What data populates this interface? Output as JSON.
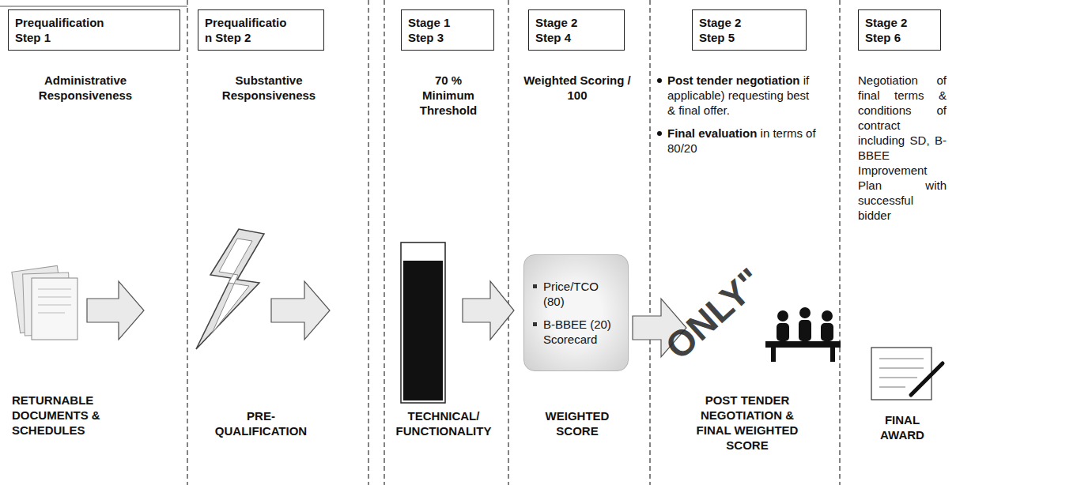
{
  "diagram": {
    "nodes": [
      {
        "text": [
          "Prequalification Step 1"
        ]
      },
      {
        "text": [
          "Prequalificatio n Step 2"
        ]
      },
      {
        "text": [
          "Stage 1 Step 3"
        ]
      },
      {
        "text": [
          "Stage 2 Step 4"
        ]
      },
      {
        "text": [
          "Stage 2 Step 5"
        ]
      },
      {
        "text": [
          "Stage 2 Step 6"
        ]
      },
      {
        "text": [
          "Price/TCO (80)",
          "B-BBEE (20) Scorecard"
        ]
      }
    ],
    "labels": [
      "Administrative Responsiveness",
      "Substantive Responsiveness",
      "70 % Minimum Threshold",
      "Weighted Scoring / 100",
      "Post tender negotiation",
      "if applicable) requesting best & final offer.",
      "Final evaluation",
      "in terms of 80/20",
      "Negotiation of final terms & conditions of contract including SD, B-BBEE Improvement Plan with successful bidder",
      "RETURNABLE DOCUMENTS & SCHEDULES",
      "PRE-QUALIFICATION",
      "TECHNICAL/ FUNCTIONALITY",
      "WEIGHTED SCORE",
      "POST TENDER NEGOTIATION & FINAL WEIGHTED SCORE",
      "FINAL AWARD",
      "ONLY\""
    ]
  }
}
